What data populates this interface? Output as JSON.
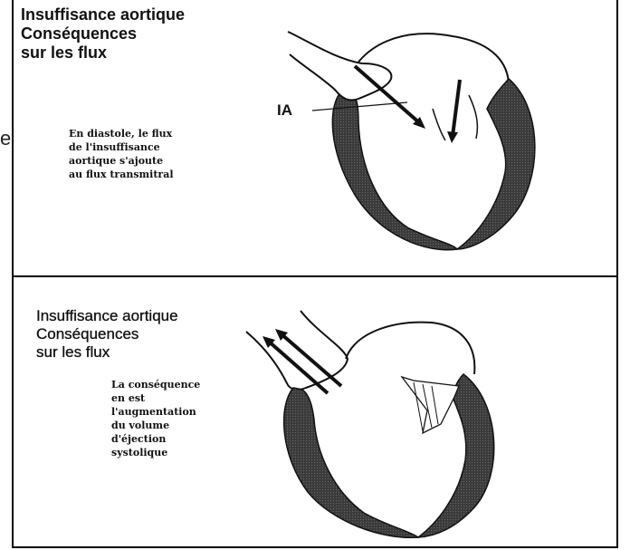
{
  "panels": [
    {
      "title_lines": [
        "Insuffisance aortique",
        "Conséquences",
        "sur les flux"
      ],
      "note_lines": [
        "En diastole, le flux",
        "de l'insuffisance",
        "aortique s'ajoute",
        "au flux transmitral"
      ],
      "label_ia": "IA"
    },
    {
      "title_lines": [
        "Insuffisance aortique",
        "Conséquences",
        "sur les flux"
      ],
      "note_lines": [
        "La conséquence",
        "en est",
        "l'augmentation",
        "du volume",
        "d'éjection",
        "systolique"
      ]
    }
  ],
  "stray_glyph": "e",
  "colors": {
    "ink": "#111111",
    "muscle": "#3a3a3a",
    "paper": "#ffffff"
  }
}
